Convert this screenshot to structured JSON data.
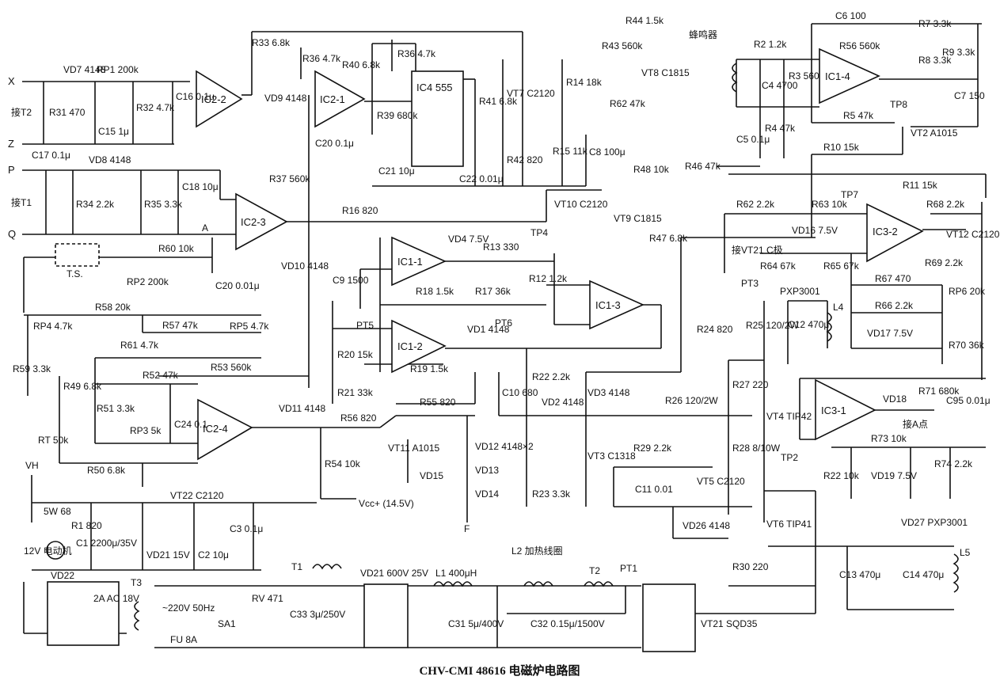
{
  "caption": "CHV-CMI 48616 电磁炉电路图",
  "stages": {
    "ic2_2": "IC2-2",
    "ic2_1": "IC2-1",
    "ic4": "IC4 555",
    "ic2_3": "IC2-3",
    "ic1_1": "IC1-1",
    "ic1_2": "IC1-2",
    "ic1_3": "IC1-3",
    "ic2_4": "IC2-4",
    "ic1_4": "IC1-4",
    "ic3_2": "IC3-2",
    "ic3_1": "IC3-1"
  },
  "terminals": {
    "x": "X",
    "z": "Z",
    "p": "P",
    "q": "Q",
    "tie_t2": "接T2",
    "tie_t1": "接T1",
    "a": "A",
    "ts": "T.S.",
    "vh": "VH",
    "vcc_145": "Vcc+ (14.5V)",
    "tie_a_point": "接A点",
    "buzzer": "蜂鸣器",
    "heating_coil": "L2 加热线圈",
    "mains": "~220V 50Hz",
    "motor": "12V 电动机",
    "tie_vt21_c": "接VT21 C极",
    "f_out": "F"
  },
  "labels": {
    "vd7": "VD7 4148",
    "rp1": "RP1 200k",
    "r31": "R31 470",
    "c15": "C15 1μ",
    "r32": "R32 4.7k",
    "c16": "C16 0.1μ",
    "c17": "C17 0.1μ",
    "vd8": "VD8 4148",
    "r34": "R34 2.2k",
    "r35": "R35 3.3k",
    "c18": "C18 10μ",
    "r33": "R33 6.8k",
    "r36a": "R36 4.7k",
    "vd9": "VD9 4148",
    "r40": "R40 6.8k",
    "r36b": "R36 4.7k",
    "r39": "R39 680k",
    "c20": "C20 0.1μ",
    "c21": "C21 10μ",
    "r41": "R41 6.8k",
    "vt7": "VT7 C2120",
    "r42": "R42 820",
    "c22": "C22 0.01μ",
    "r14": "R14 18k",
    "r15": "R15 11k",
    "c8": "C8 100μ",
    "r43": "R43 560k",
    "r44": "R44 1.5k",
    "vt8": "VT8 C1815",
    "r62a": "R62 47k",
    "r2": "R2 1.2k",
    "r3": "R3 560",
    "c4": "C4 4700",
    "c5": "C5 0.1μ",
    "r4": "R4 47k",
    "c6": "C6 100",
    "r56": "R56 560k",
    "r7": "R7 3.3k",
    "r9": "R9 3.3k",
    "r8": "R8 3.3k",
    "c7": "C7 150",
    "r5": "R5 47k",
    "vt2": "VT2 A1015",
    "r10": "R10 15k",
    "r11": "R11 15k",
    "r37": "R37 560k",
    "r16": "R16 820",
    "vt10": "VT10 C2120",
    "vt9": "VT9 C1815",
    "r48": "R48 10k",
    "r46": "R46 47k",
    "r47": "R47 6.8k",
    "r60": "R60 10k",
    "rp2": "RP2 200k",
    "c20b": "C20 0.01μ",
    "vd10": "VD10 4148",
    "vd4": "VD4 7.5V",
    "r13": "R13 330",
    "c9": "C9 1500",
    "r18": "R18 1.5k",
    "r17": "R17 36k",
    "r12": "R12 1.2k",
    "r58": "R58 20k",
    "rp4": "RP4 4.7k",
    "r59": "R59 3.3k",
    "r61": "R61 4.7k",
    "r57": "R57 47k",
    "rp5": "RP5 4.7k",
    "vd1": "VD1 4148",
    "r20": "R20 15k",
    "r21": "R21 33k",
    "r19": "R19 1.5k",
    "r49": "R49 6.8k",
    "rt": "RT 50k",
    "r52": "R52 47k",
    "r53": "R53 560k",
    "r51": "R51 3.3k",
    "rp3": "RP3 5k",
    "c24": "C24 0.1",
    "r50": "R50 6.8k",
    "vd11": "VD11 4148",
    "r56b": "R56 820",
    "r54": "R54 10k",
    "vt11": "VT11 A1015",
    "r55": "R55 820",
    "vd12": "VD12 4148×2",
    "vd13": "VD13",
    "vd14": "VD14",
    "vd15": "VD15",
    "c10": "C10 680",
    "r22": "R22 2.2k",
    "vd2": "VD2 4148",
    "vd3": "VD3 4148",
    "vt3": "VT3 C1318",
    "r23": "R23 3.3k",
    "r62b": "R62 2.2k",
    "vd16": "VD16 7.5V",
    "r63": "R63 10k",
    "r64": "R64 67k",
    "r65": "R65 67k",
    "r68": "R68 2.2k",
    "vt12": "VT12 C2120",
    "r69": "R69 2.2k",
    "rp6": "RP6 20k",
    "r67": "R67 470",
    "r66": "R66 2.2k",
    "vd17": "VD17 7.5V",
    "r70": "R70 36k",
    "r24": "R24 820",
    "r25": "R25 120/2W",
    "c12": "C12 470μ",
    "pxp3001": "PXP3001",
    "l4": "L4",
    "r27": "R27 220",
    "r26": "R26 120/2W",
    "vt4": "VT4 TIP42",
    "r71": "R71 680k",
    "c95": "C95 0.01μ",
    "vd18": "VD18",
    "r73": "R73 10k",
    "r22b": "R22 10k",
    "vd19": "VD19 7.5V",
    "r74": "R74 2.2k",
    "r28": "R28 8/10W",
    "r29": "R29 2.2k",
    "c11": "C11 0.01",
    "vt5": "VT5 C2120",
    "vt6": "VT6 TIP41",
    "vd26": "VD26 4148",
    "r30": "R30 220",
    "vd27": "VD27 PXP3001",
    "l5": "L5",
    "c13": "C13 470μ",
    "c14": "C14 470μ",
    "r1": "R1 820",
    "m_r": "5W 68",
    "c1": "C1 2200μ/35V",
    "vd21z": "VD21 15V",
    "c2": "C2 10μ",
    "vt22": "VT22 C2120",
    "c3": "C3 0.1μ",
    "vd22": "VD22",
    "ac18": "2A AC 18V",
    "t3": "T3",
    "fu": "FU 8A",
    "sa1": "SA1",
    "rv": "RV 471",
    "c33": "C33 3μ/250V",
    "vd21b": "VD21 600V 25V",
    "l1": "L1 400μH",
    "c31": "C31 5μ/400V",
    "c32": "C32 0.15μ/1500V",
    "t1": "T1",
    "t2": "T2",
    "vt21": "VT21 SQD35",
    "tp1": "PT1",
    "tp2": "TP2",
    "tp3": "PT3",
    "tp4": "TP4",
    "tp5": "PT5",
    "tp6": "PT6",
    "tp7": "TP7",
    "tp8": "TP8"
  }
}
